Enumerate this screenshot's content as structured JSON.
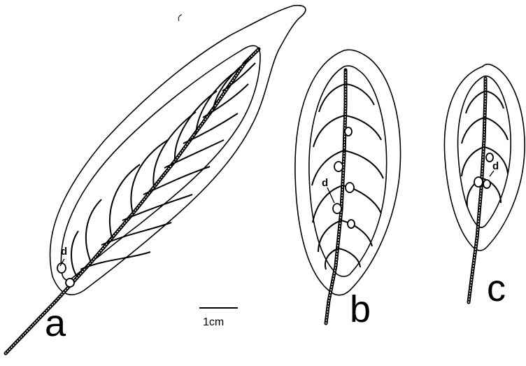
{
  "figure": {
    "panels": [
      {
        "id": "a",
        "label": "a",
        "gland_label": "d"
      },
      {
        "id": "b",
        "label": "b",
        "gland_label": "d"
      },
      {
        "id": "c",
        "label": "c",
        "gland_label": "d"
      }
    ],
    "scale_bar": {
      "label": "1cm"
    }
  }
}
